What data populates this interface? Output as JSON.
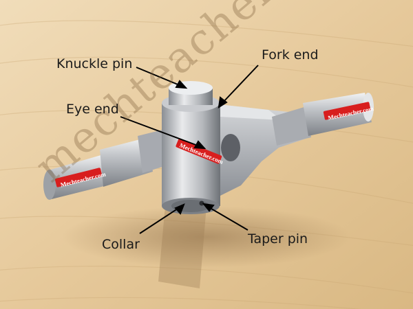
{
  "labels": {
    "knuckle_pin": "Knuckle pin",
    "fork_end": "Fork end",
    "eye_end": "Eye end",
    "collar": "Collar",
    "taper_pin": "Taper pin"
  },
  "badge_text": "Mechteacher.com",
  "watermark": "mechteacher.com",
  "colors": {
    "background": "#e8cfa6",
    "steel": "#b9bcc0",
    "badge": "#d81e1e",
    "text": "#1a1a1a"
  }
}
